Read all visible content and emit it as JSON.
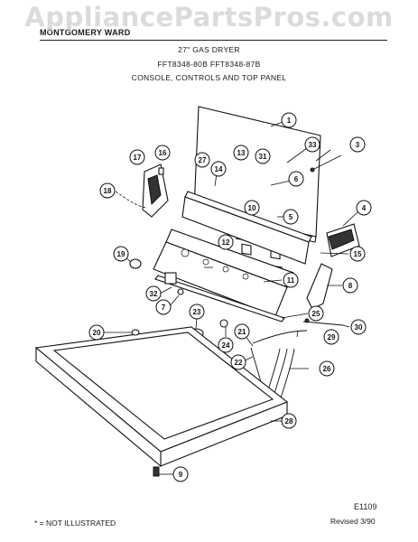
{
  "watermark": "AppliancePartsPros.com",
  "header": {
    "brand": "MONTGOMERY WARD",
    "line1": "27\" GAS DRYER",
    "line2": "FFT8348-80B  FFT8348-87B",
    "line3": "CONSOLE, CONTROLS AND TOP PANEL"
  },
  "diagram_code": "E1109",
  "footer": {
    "note": "* = NOT ILLUSTRATED",
    "revision": "Revised 3/90"
  },
  "callouts": {
    "c1": "1",
    "c3": "3",
    "c4": "4",
    "c5": "5",
    "c6": "6",
    "c7": "7",
    "c8": "8",
    "c9": "9",
    "c10": "10",
    "c11": "11",
    "c12": "12",
    "c13": "13",
    "c14": "14",
    "c15": "15",
    "c16": "16",
    "c17": "17",
    "c18": "18",
    "c19": "19",
    "c20": "20",
    "c21": "21",
    "c22": "22",
    "c23": "23",
    "c24": "24",
    "c25": "25",
    "c26": "26",
    "c27": "27",
    "c28": "28",
    "c29": "29",
    "c30": "30",
    "c31": "31",
    "c32": "32",
    "c33": "33"
  }
}
